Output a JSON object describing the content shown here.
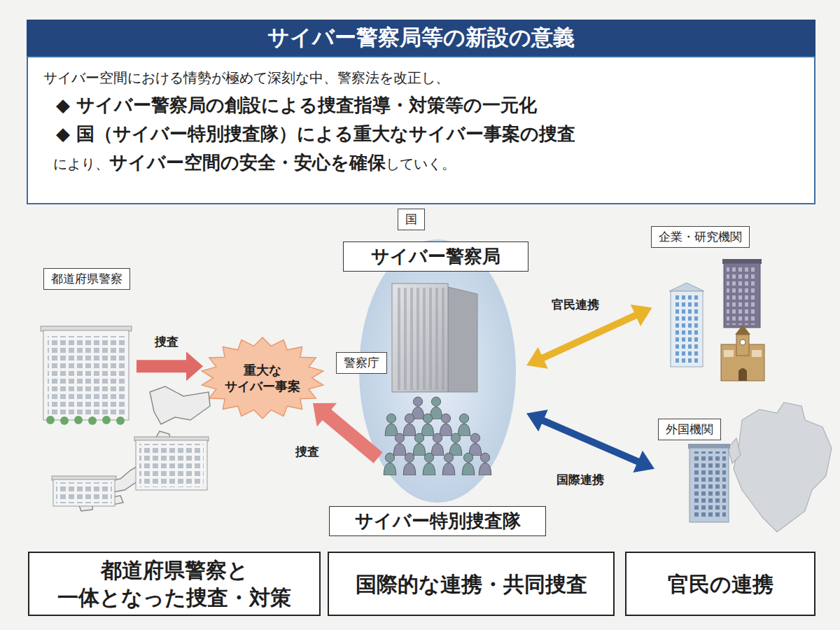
{
  "diagram": {
    "title": "サイバー警察局等の新設の意義",
    "nodes": [
      {
        "text": [
          "サイバー空間における情勢が極めて深刻な中、警察法を改正し、",
          "◆ サイバー警察局の創設による捜査指導・対策等の一元化",
          "◆ 国（サイバー特別捜査隊）による重大なサイバー事案の捜査",
          "により、",
          "サイバー空間の安全・安心を確保",
          "していく。"
        ]
      },
      {
        "text": [
          "都道府県警察"
        ]
      },
      {
        "text": [
          "重大な サイバー事案"
        ]
      },
      {
        "text": [
          "国",
          "サイバー警察局"
        ]
      },
      {
        "text": [
          "警察庁"
        ],
        "in": 3
      },
      {
        "text": [
          "サイバー特別捜査隊"
        ],
        "in": 3
      },
      {
        "text": [
          "企業・研究機関"
        ]
      },
      {
        "text": [
          "外国機関"
        ]
      },
      {
        "text": [
          "都道府県警察と 一体となった捜査・対策"
        ]
      },
      {
        "text": [
          "国際的な連携・共同捜査"
        ]
      },
      {
        "text": [
          "官民の連携"
        ]
      }
    ],
    "edges": [
      {
        "from": 1,
        "to": 2,
        "label": "捜査",
        "arrow": "to"
      },
      {
        "from": 5,
        "to": 2,
        "label": "捜査",
        "arrow": "to"
      },
      {
        "from": 3,
        "to": 6,
        "label": "官民連携",
        "arrow": "both"
      },
      {
        "from": 3,
        "to": 7,
        "label": "国際連携",
        "arrow": "both"
      }
    ]
  }
}
